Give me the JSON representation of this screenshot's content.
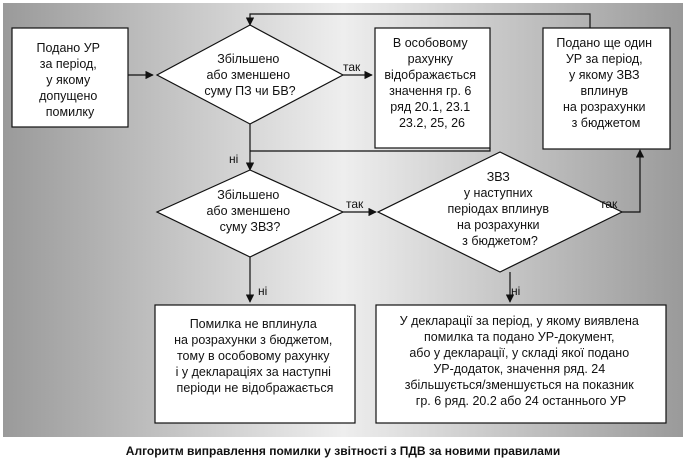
{
  "caption": "Алгоритм виправлення помилки у звітності з ПДВ за новими правилами",
  "colors": {
    "panel_gradient_left": "#9a9a9a",
    "panel_gradient_mid": "#eeeeee",
    "panel_gradient_right": "#9a9a9a",
    "box_fill": "#ffffff",
    "stroke": "#111111"
  },
  "nodes": {
    "start": {
      "lines": [
        "Подано УР",
        "за період,",
        "у якому",
        "допущено",
        "помилку"
      ]
    },
    "decision1": {
      "lines": [
        "Збільшено",
        "або зменшено",
        "суму ПЗ чи БВ?"
      ]
    },
    "special_account": {
      "lines": [
        "В особовому",
        "рахунку",
        "відображається",
        "значення гр. 6",
        "ряд 20.1, 23.1",
        "23.2, 25, 26"
      ]
    },
    "another_ur": {
      "lines": [
        "Подано ще один",
        "УР за період,",
        "у якому ЗВЗ",
        "вплинув",
        "на розрахунки",
        "з бюджетом"
      ]
    },
    "decision2": {
      "lines": [
        "Збільшено",
        "або зменшено",
        "суму ЗВЗ?"
      ]
    },
    "decision3": {
      "lines": [
        "ЗВЗ",
        "у наступних",
        "періодах вплинув",
        "на розрахунки",
        "з бюджетом?"
      ]
    },
    "no_effect": {
      "lines": [
        "Помилка не вплинула",
        "на розрахунки з бюджетом,",
        "тому в особовому рахунку",
        "і у деклараціях за наступні",
        "періоди не відображається"
      ]
    },
    "declaration": {
      "lines": [
        "У декларації за період, у якому виявлена",
        "помилка та подано УР-документ,",
        "або у декларації, у складі якої подано",
        "УР-додаток, значення ряд. 24",
        "збільшується/зменшується на показник",
        "гр. 6 ряд. 20.2 або 24 останнього УР"
      ]
    }
  },
  "edges": {
    "d1_yes": "так",
    "d1_no": "ні",
    "d2_yes": "так",
    "d2_no": "ні",
    "d3_yes": "так",
    "d3_no": "ні"
  }
}
